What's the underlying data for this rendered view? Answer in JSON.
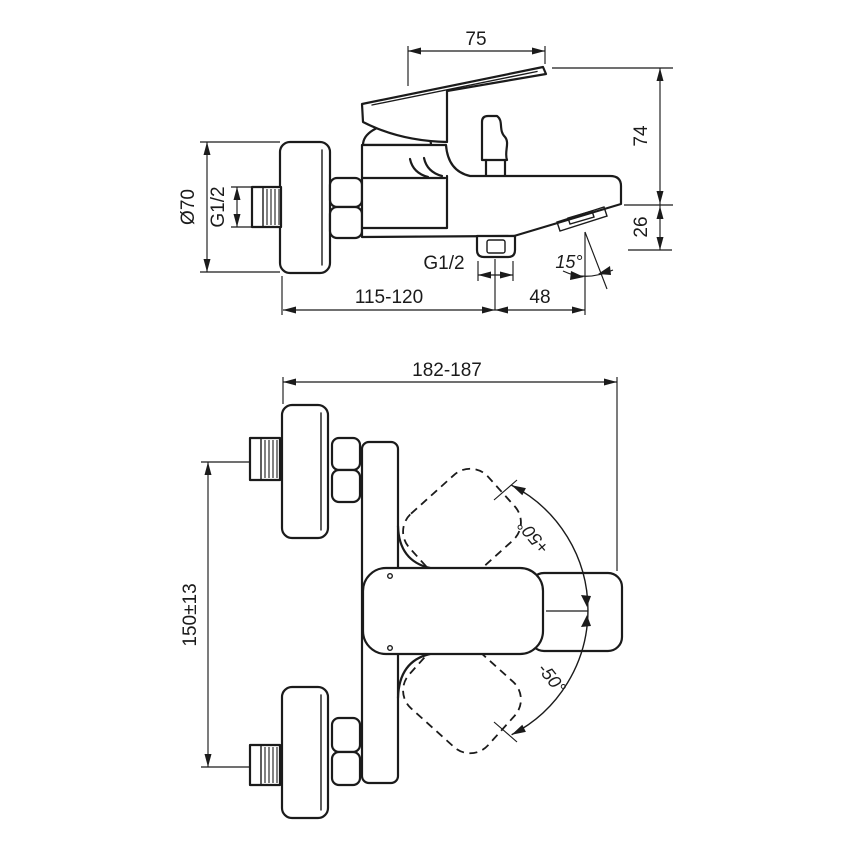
{
  "drawing": {
    "kind": "technical dimensional drawing",
    "subject": "wall-mounted single-lever bath shower mixer",
    "colors": {
      "background": "#ffffff",
      "line": "#1b1b1b"
    },
    "side_view": {
      "name": "side view",
      "dims": {
        "lever_length": "75",
        "body_height": "74",
        "spout_tip_drop": "26",
        "flange_diameter": "Ø70",
        "inlet_thread": "G1/2",
        "hose_outlet_thread": "G1/2",
        "aerator_angle": "15°",
        "wall_to_outlet": "115-120",
        "outlet_to_aerator": "48"
      }
    },
    "front_view": {
      "name": "front view",
      "dims": {
        "overall_width": "182-187",
        "inlet_centres": "150±13",
        "lever_swing_up": "+50°",
        "lever_swing_down": "-50°"
      }
    }
  }
}
